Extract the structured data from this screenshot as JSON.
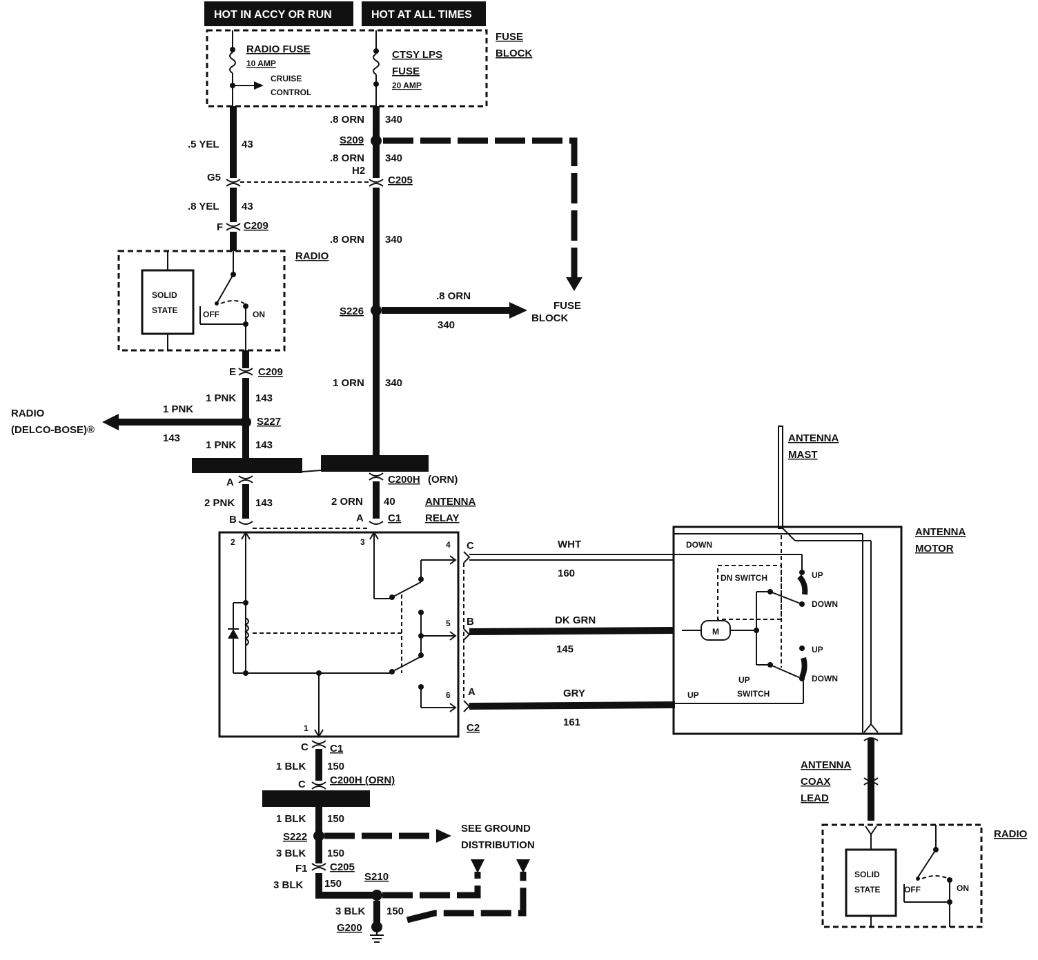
{
  "headers": {
    "accy_run": "HOT IN ACCY OR RUN",
    "all_times": "HOT AT ALL TIMES"
  },
  "fuse_block": {
    "label_line1": "FUSE",
    "label_line2": "BLOCK",
    "radio_fuse": "RADIO FUSE",
    "radio_amp": "10 AMP",
    "cruise_line1": "CRUISE",
    "cruise_line2": "CONTROL",
    "ctsy_line1": "CTSY LPS",
    "ctsy_line2": "FUSE",
    "ctsy_amp": "20 AMP"
  },
  "left_wires": {
    "w1_color": ".5 YEL",
    "w1_num": "43",
    "g5": "G5",
    "w2_color": ".8 YEL",
    "w2_num": "43",
    "f": "F",
    "c209": "C209",
    "radio": "RADIO",
    "solid1": "SOLID",
    "state1": "STATE",
    "off": "OFF",
    "on": "ON",
    "e": "E",
    "c209b": "C209",
    "w3_color": "1 PNK",
    "w3_num": "143",
    "s227": "S227",
    "radio_out_line1": "RADIO",
    "radio_out_line2": "(DELCO-BOSE)®",
    "radio_branch_color": "1 PNK",
    "radio_branch_num": "143",
    "w4_color": "1 PNK",
    "w4_num": "143",
    "a": "A",
    "w5_color": "2 PNK",
    "w5_num": "143",
    "b": "B"
  },
  "center_wires": {
    "w1_color": ".8 ORN",
    "w1_num": "340",
    "s209": "S209",
    "w2_color": ".8 ORN",
    "w2_num": "340",
    "h2": "H2",
    "c205": "C205",
    "w3_color": ".8 ORN",
    "w3_num": "340",
    "s226": "S226",
    "branch_color": ".8 ORN",
    "branch_num": "340",
    "fuse_block_line1": "FUSE",
    "fuse_block_line2": "BLOCK",
    "w4_color": "1 ORN",
    "w4_num": "340",
    "c200h": "C200H",
    "c200h_note": "(ORN)",
    "w5_color": "2 ORN",
    "w5_num": "40",
    "a": "A",
    "c1": "C1"
  },
  "relay": {
    "label_line1": "ANTENNA",
    "label_line2": "RELAY",
    "pin2": "2",
    "pin3": "3",
    "pin4": "4",
    "pin5": "5",
    "pin6": "6",
    "pin1": "1",
    "c_lbl": "C",
    "b_lbl": "B",
    "a_lbl": "A",
    "c2": "C2"
  },
  "motor_wires": {
    "wht": "WHT",
    "wht_num": "160",
    "grn": "DK GRN",
    "grn_num": "145",
    "gry": "GRY",
    "gry_num": "161"
  },
  "motor": {
    "label_line1": "ANTENNA",
    "label_line2": "MOTOR",
    "mast_line1": "ANTENNA",
    "mast_line2": "MAST",
    "down": "DOWN",
    "dn_switch": "DN SWITCH",
    "up1": "UP",
    "down1": "DOWN",
    "up2": "UP",
    "down2": "DOWN",
    "up_sw1": "UP",
    "up_sw2": "SWITCH",
    "up_lbl": "UP",
    "m": "M"
  },
  "coax": {
    "line1": "ANTENNA",
    "line2": "COAX",
    "line3": "LEAD"
  },
  "radio2": {
    "label": "RADIO",
    "solid": "SOLID",
    "state": "STATE",
    "off": "OFF",
    "on": "ON"
  },
  "ground": {
    "c": "C",
    "c1": "C1",
    "w1_color": "1 BLK",
    "w1_num": "150",
    "c2": "C",
    "c200h": "C200H (ORN)",
    "w2_color": "1 BLK",
    "w2_num": "150",
    "s222": "S222",
    "see_line1": "SEE GROUND",
    "see_line2": "DISTRIBUTION",
    "w3_color": "3 BLK",
    "w3_num": "150",
    "f1": "F1",
    "c205": "C205",
    "w4_color": "3 BLK",
    "w4_num": "150",
    "s210": "S210",
    "w5_color": "3 BLK",
    "w5_num": "150",
    "g200": "G200"
  }
}
